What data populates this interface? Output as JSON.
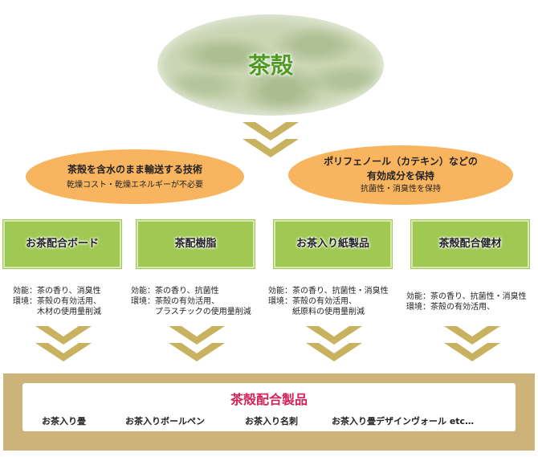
{
  "source": {
    "title": "茶殻"
  },
  "technologies": [
    {
      "main_line1": "茶殻を含水のまま輸送する技術",
      "main_line2": "",
      "sub": "乾燥コスト・乾燥エネルギーが不必要"
    },
    {
      "main_line1": "ポリフェノール（カテキン）などの",
      "main_line2": "有効成分を保持",
      "sub": "抗菌性・消臭性を保持"
    }
  ],
  "materials": [
    {
      "label": "お茶配合ボード",
      "effects": "効能：茶の香り、消臭性\n環境：茶殻の有効活用、\n　　　木材の使用量削減"
    },
    {
      "label": "茶配樹脂",
      "effects": "効能：茶の香り、抗菌性\n環境：茶殻の有効活用、\n　　　プラスチックの使用量削減"
    },
    {
      "label": "お茶入り紙製品",
      "effects": "効能：茶の香り、抗菌性・消臭性\n環境：茶殻の有効活用、\n　　　紙原料の使用量削減"
    },
    {
      "label": "茶殻配合健材",
      "effects": "効能：茶の香り、抗菌性・消臭性\n環境：茶殻の有効活用、"
    }
  ],
  "products": {
    "title": "茶殻配合製品",
    "items": [
      "お茶入り畳",
      "お茶入りボールペン",
      "お茶入り名刺",
      "お茶入り畳デザインヴォール etc…"
    ]
  },
  "colors": {
    "leaf_title": "#4e9a22",
    "orange": "#f8b45f",
    "green_box": "#9fc952",
    "chevron": "#c8b25f",
    "frame": "#cbb37a",
    "product_title": "#d0245a"
  }
}
